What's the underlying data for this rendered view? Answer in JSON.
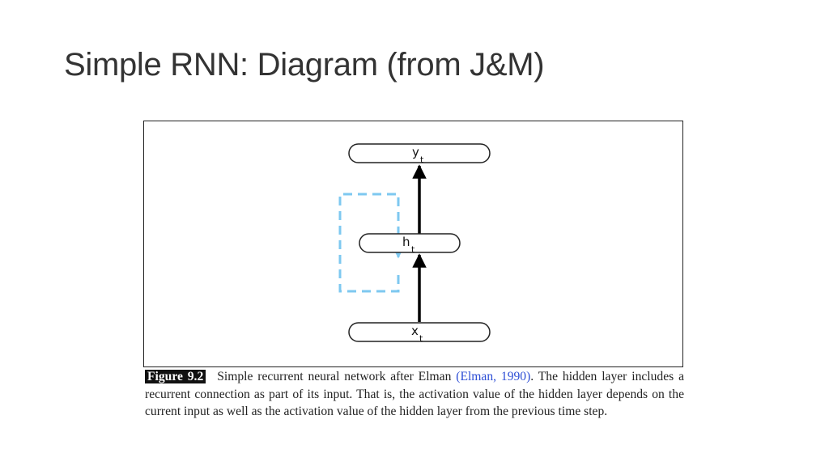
{
  "slide": {
    "title": "Simple RNN: Diagram (from J&M)"
  },
  "diagram": {
    "nodes": [
      {
        "id": "y",
        "label": "y",
        "subscript": "t"
      },
      {
        "id": "h",
        "label": "h",
        "subscript": "t"
      },
      {
        "id": "x",
        "label": "x",
        "subscript": "t"
      }
    ],
    "edges": [
      {
        "from": "x",
        "to": "h",
        "style": "solid"
      },
      {
        "from": "h",
        "to": "y",
        "style": "solid"
      },
      {
        "from": "h",
        "to": "h",
        "style": "dashed-recurrent"
      }
    ],
    "colors": {
      "solid_arrow": "#000000",
      "recurrent_arrow": "#7ec8f0"
    }
  },
  "caption": {
    "label": "Figure 9.2",
    "text_before": "Simple recurrent neural network after Elman ",
    "citation": "(Elman, 1990)",
    "text_after": ". The hidden layer includes a recurrent connection as part of its input. That is, the activation value of the hidden layer depends on the current input as well as the activation value of the hidden layer from the previous time step."
  }
}
